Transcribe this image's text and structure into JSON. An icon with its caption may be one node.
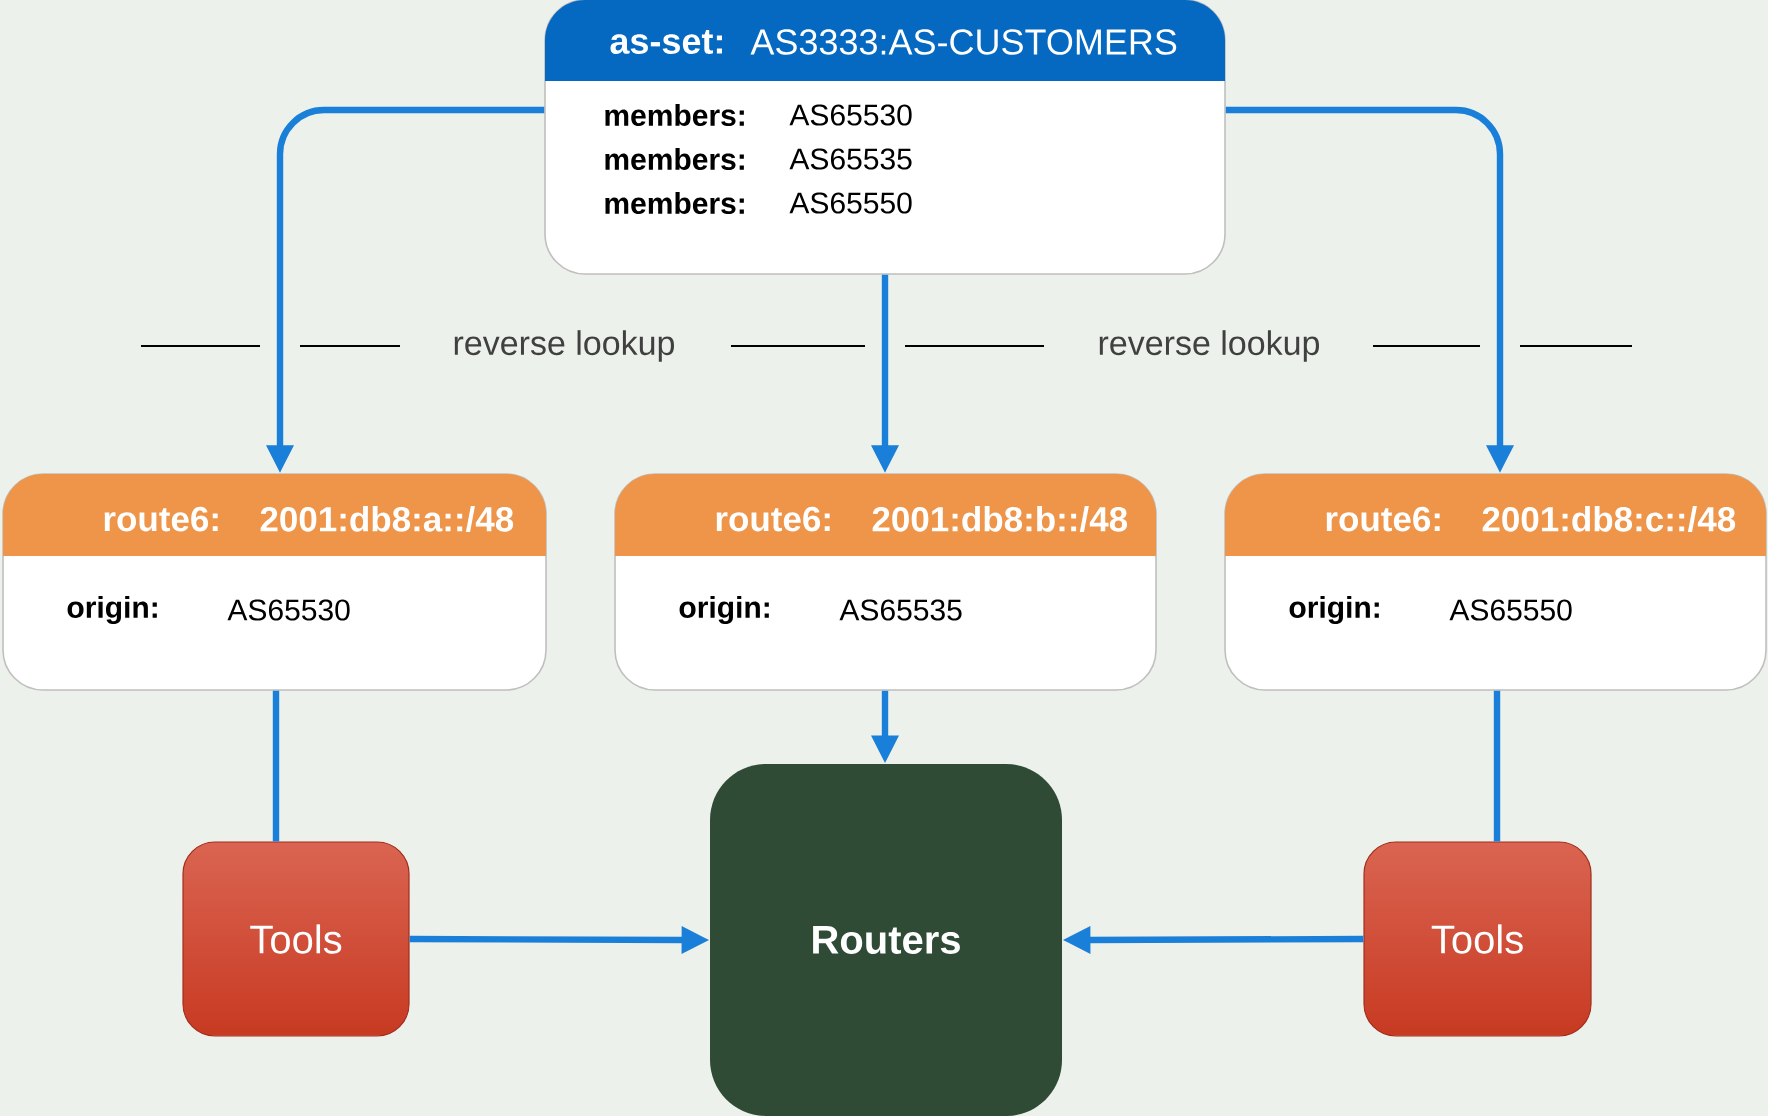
{
  "diagram": {
    "nodes": [
      {
        "text": [
          "as-set:",
          "AS3333:AS-CUSTOMERS",
          "members:",
          "AS65530",
          "members:",
          "AS65535",
          "members:",
          "AS65550"
        ]
      },
      {
        "text": [
          "route6:",
          "2001:db8:a::/48",
          "origin:",
          "AS65530"
        ]
      },
      {
        "text": [
          "route6:",
          "2001:db8:b::/48",
          "origin:",
          "AS65535"
        ]
      },
      {
        "text": [
          "route6:",
          "2001:db8:c::/48",
          "origin:",
          "AS65550"
        ]
      },
      {
        "text": [
          "Tools"
        ]
      },
      {
        "text": [
          "Routers"
        ]
      },
      {
        "text": [
          "Tools"
        ]
      }
    ],
    "edges": [
      {
        "from": 0,
        "to": 1,
        "arrow": "to"
      },
      {
        "from": 0,
        "to": 2,
        "arrow": "to"
      },
      {
        "from": 0,
        "to": 3,
        "arrow": "to"
      },
      {
        "from": 1,
        "to": 4,
        "arrow": "none"
      },
      {
        "from": 2,
        "to": 5,
        "arrow": "to"
      },
      {
        "from": 3,
        "to": 6,
        "arrow": "none"
      },
      {
        "from": 4,
        "to": 5,
        "arrow": "to"
      },
      {
        "from": 6,
        "to": 5,
        "arrow": "to"
      }
    ],
    "labels": [
      "reverse lookup",
      "reverse lookup"
    ]
  }
}
